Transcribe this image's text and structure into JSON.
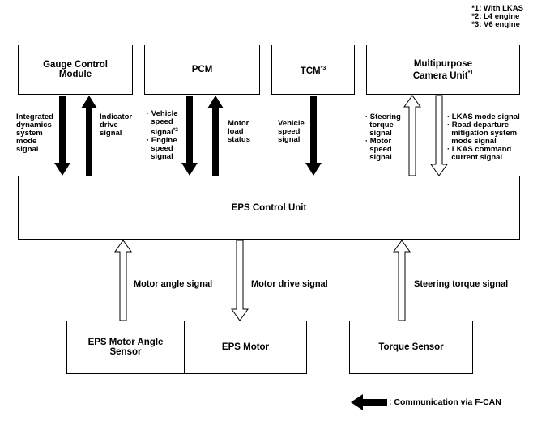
{
  "footnotes": [
    "*1: With LKAS",
    "*2: L4 engine",
    "*3: V6 engine"
  ],
  "boxes": {
    "gauge": "Gauge Control\nModule",
    "pcm": "PCM",
    "tcm": "TCM",
    "tcm_sup": "*3",
    "camera": "Multipurpose\nCamera Unit",
    "camera_sup": "*1",
    "eps_control": "EPS Control Unit",
    "eps_motor_angle": "EPS Motor Angle\nSensor",
    "eps_motor": "EPS Motor",
    "torque_sensor": "Torque Sensor"
  },
  "signals": {
    "integrated": "Integrated\ndynamics\nsystem\nmode\nsignal",
    "indicator": "Indicator\ndrive\nsignal",
    "vehicle_speed_pcm": "· Vehicle\n  speed\n  signal",
    "vehicle_speed_pcm_sup": "*2",
    "engine_speed": "· Engine\n  speed\n  signal",
    "motor_load": "Motor\nload\nstatus",
    "vehicle_speed_tcm": "Vehicle\nspeed\nsignal",
    "cam_steering_torque": "· Steering\n  torque\n  signal",
    "cam_motor_speed": "· Motor\n  speed\n  signal",
    "cam_lkas_mode": "· LKAS mode signal",
    "cam_road_departure": "· Road departure\n  mitigation system\n  mode signal",
    "cam_lkas_command": "· LKAS command\n  current signal",
    "motor_angle": "Motor angle signal",
    "motor_drive": "Motor drive signal",
    "steering_torque": "Steering torque signal"
  },
  "legend": ": Communication via F-CAN"
}
